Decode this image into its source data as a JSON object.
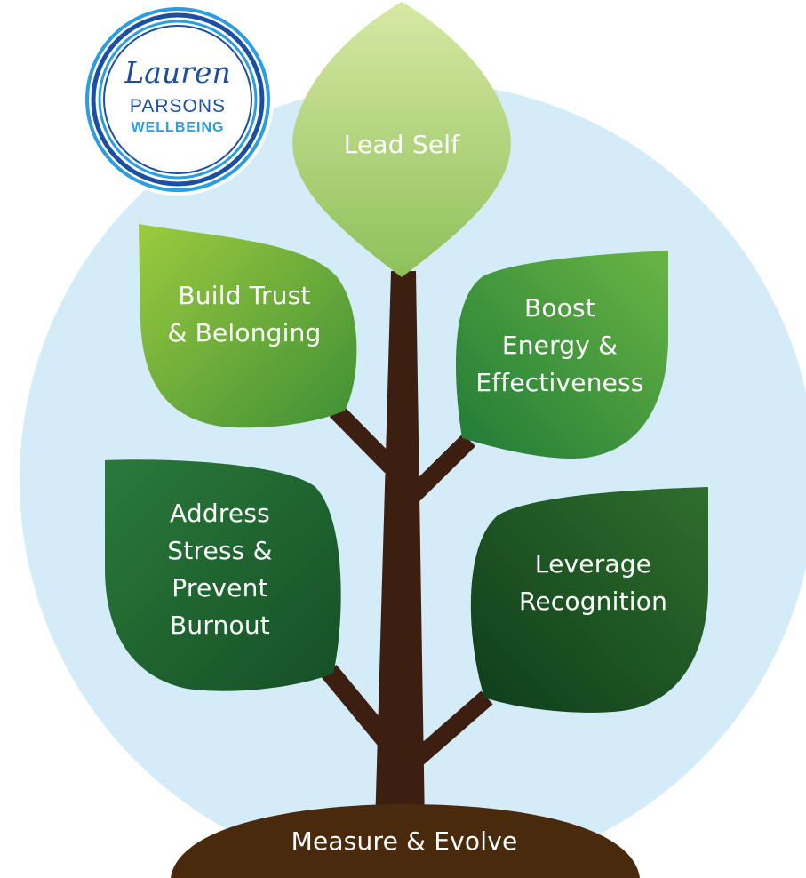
{
  "logo": {
    "script_name": "Lauren",
    "surname": "PARSONS",
    "tagline": "WELLBEING"
  },
  "leaves": {
    "top": {
      "lines": [
        "Lead Self"
      ]
    },
    "upper_left": {
      "lines": [
        "Build Trust",
        "& Belonging"
      ]
    },
    "upper_right": {
      "lines": [
        "Boost",
        "Energy &",
        "Effectiveness"
      ]
    },
    "lower_left": {
      "lines": [
        "Address",
        "Stress &",
        "Prevent",
        "Burnout"
      ]
    },
    "lower_right": {
      "lines": [
        "Leverage",
        "Recognition"
      ]
    }
  },
  "ground": {
    "label": "Measure & Evolve"
  },
  "colors": {
    "sky_circle": "#d4ecf8",
    "trunk": "#3d1f12",
    "soil": "#4a2a0d",
    "logo_dark_blue": "#1d4fa0",
    "logo_light_blue": "#2b9de0",
    "leaf_light": "#bcd97a",
    "leaf_mid": "#5ea637",
    "leaf_dark": "#1d6a2e",
    "leaf_darkest": "#0d4220"
  }
}
